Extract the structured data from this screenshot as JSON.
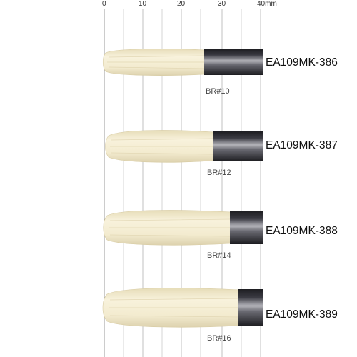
{
  "scale": {
    "ticks": [
      "0",
      "10",
      "20",
      "30",
      "40mm"
    ]
  },
  "brushes": [
    {
      "size": "BR#10",
      "code": "EA109MK-386"
    },
    {
      "size": "BR#12",
      "code": "EA109MK-387"
    },
    {
      "size": "BR#14",
      "code": "EA109MK-388"
    },
    {
      "size": "BR#16",
      "code": "EA109MK-389"
    }
  ],
  "colors": {
    "bristle": "#f2ead0",
    "ferrule_dark": "#2e2e34",
    "ferrule_light": "#a8a8ae",
    "grid_line": "#c8c8c8"
  }
}
